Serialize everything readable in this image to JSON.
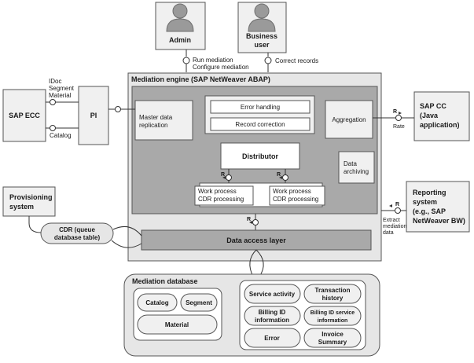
{
  "actors": {
    "admin": "Admin",
    "business_user_line1": "Business",
    "business_user_line2": "user"
  },
  "interfaces": {
    "run_mediation": "Run mediation",
    "configure_mediation": "Configure mediation",
    "correct_records": "Correct records",
    "idoc_line1": "IDoc",
    "idoc_line2": "Segment",
    "idoc_line3": "Material",
    "catalog": "Catalog",
    "rate": "Rate",
    "extract_line1": "Extract",
    "extract_line2": "mediation",
    "extract_line3": "data",
    "r": "R"
  },
  "systems": {
    "sap_ecc": "SAP ECC",
    "pi": "PI",
    "sap_cc_line1": "SAP CC",
    "sap_cc_line2": "(Java",
    "sap_cc_line3": "application)",
    "provisioning_line1": "Provisioning",
    "provisioning_line2": "system",
    "reporting_line1": "Reporting",
    "reporting_line2": "system",
    "reporting_line3": "(e.g., SAP",
    "reporting_line4": "NetWeaver BW)",
    "cdr_line1": "CDR (queue",
    "cdr_line2": "database table)"
  },
  "engine": {
    "title": "Mediation engine (SAP NetWeaver ABAP)",
    "master_line1": "Master data",
    "master_line2": "replication",
    "error_handling": "Error handling",
    "record_correction": "Record correction",
    "aggregation": "Aggregation",
    "distributor": "Distributor",
    "data_archiving_line1": "Data",
    "data_archiving_line2": "archiving",
    "work_process_line1": "Work process",
    "work_process_line2": "CDR processing",
    "data_access_layer": "Data access layer"
  },
  "database": {
    "title": "Mediation database",
    "catalog": "Catalog",
    "segment": "Segment",
    "material": "Material",
    "service_activity": "Service activity",
    "transaction_line1": "Transaction",
    "transaction_line2": "history",
    "billing_id_line1": "Billing ID",
    "billing_id_line2": "information",
    "billing_service_line1": "Billing ID service",
    "billing_service_line2": "information",
    "error": "Error",
    "invoice_line1": "Invoice",
    "invoice_line2": "Summary"
  }
}
